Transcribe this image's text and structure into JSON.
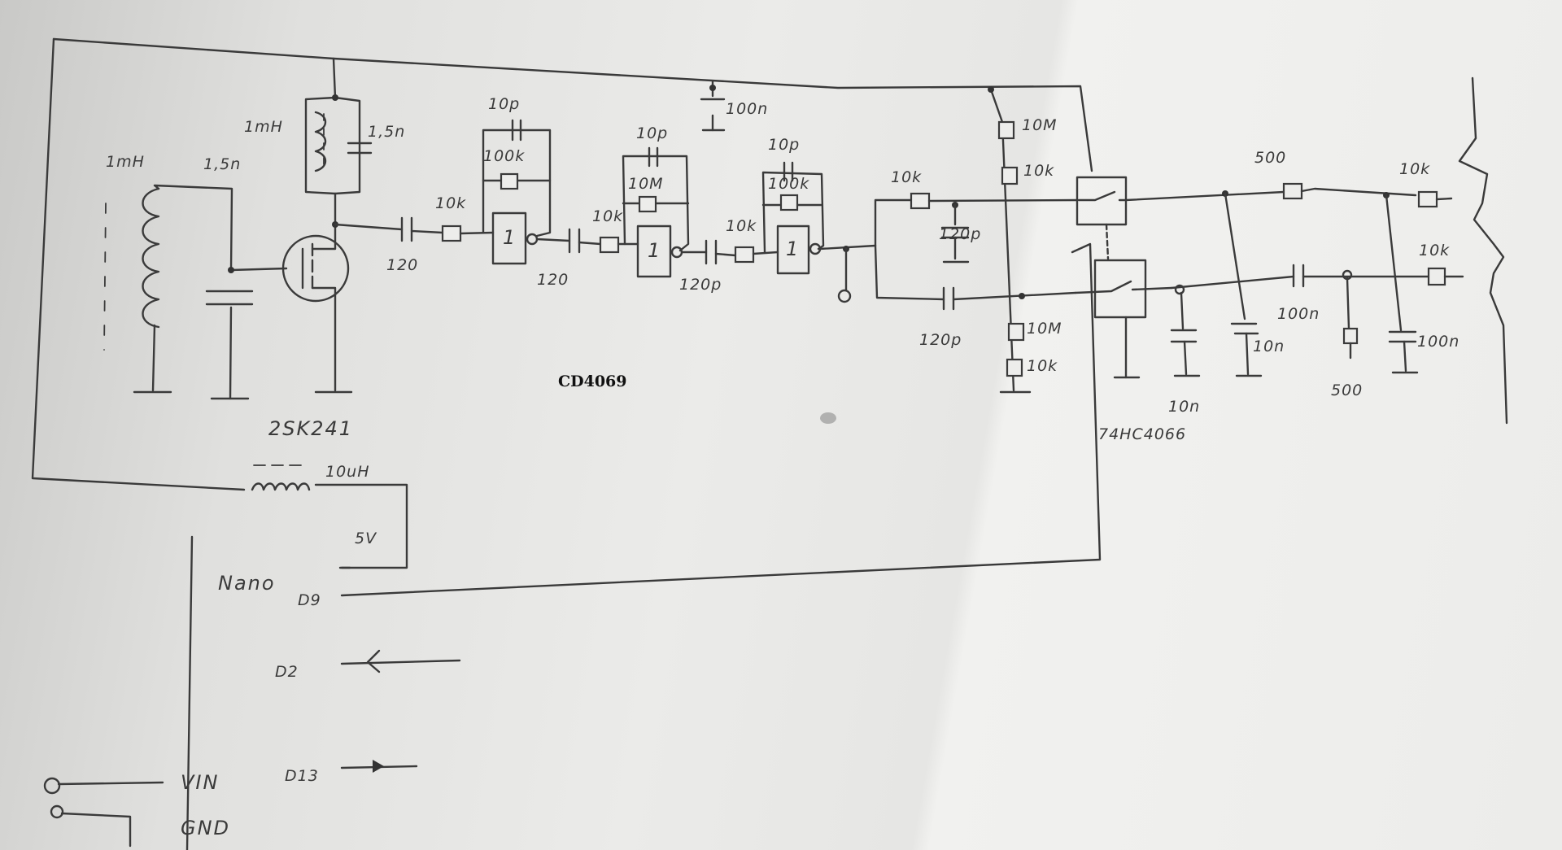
{
  "labels": {
    "coil_left": "1mH",
    "cap_left": "1,5n",
    "coil_top": "1mH",
    "cap_top": "1,5n",
    "mosfet": "2SK241",
    "inductor_bottom": "10uH",
    "c_couple1": "120",
    "r_in1": "10k",
    "c_fb1": "10p",
    "r_fb1": "100k",
    "c_couple2": "120",
    "r_in2": "10k",
    "c_fb2": "10p",
    "r_fb2": "10M",
    "c_couple3": "120p",
    "r_in3": "10k",
    "c_fb3": "10p",
    "r_fb3": "100k",
    "c_supply": "100n",
    "ic_inverter": "CD4069",
    "r_filter_top": "10k",
    "c_filter_mid": "120p",
    "c_filter_low": "120p",
    "r_div_top1": "10M",
    "r_div_top2": "10k",
    "r_div_bot1": "10M",
    "r_div_bot2": "10k",
    "ic_switch": "74HC4066",
    "c_switch_out": "10n",
    "c_shunt": "10n",
    "r_out_top": "500",
    "r_out_top2": "10k",
    "c_out_series": "100n",
    "r_out_bot2": "10k",
    "r_out_shunt": "500",
    "c_out_shunt": "100n",
    "nano_title": "Nano",
    "pin_d9": "D9",
    "pin_5v": "5V",
    "pin_d2": "D2",
    "pin_d13": "D13",
    "pin_vin": "VIN",
    "pin_gnd": "GND"
  }
}
